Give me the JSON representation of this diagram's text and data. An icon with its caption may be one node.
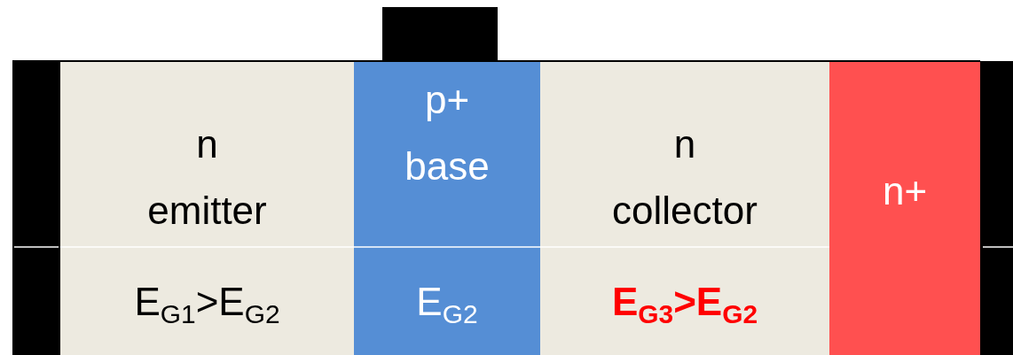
{
  "diagram": {
    "nodes": [
      {
        "text": [],
        "shape": "box"
      },
      {
        "text": [
          "n emitter",
          "E$_{G1}$>E$_{G2}$"
        ]
      },
      {
        "text": [],
        "shape": "box"
      },
      {
        "text": [
          "p+ base",
          "E$_{G2}$"
        ]
      },
      {
        "text": [
          "n collector",
          "E$_{G3}$>E$_{G2}$"
        ]
      },
      {
        "text": [
          "n+"
        ]
      },
      {
        "text": [],
        "shape": "box"
      }
    ]
  }
}
